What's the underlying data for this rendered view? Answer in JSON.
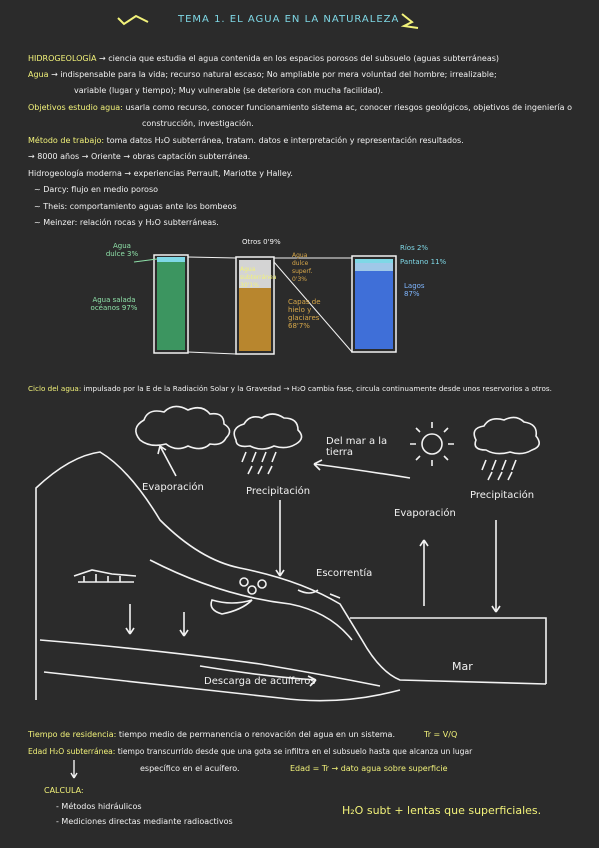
{
  "title": "TEMA 1. EL AGUA EN LA NATURALEZA",
  "lines": {
    "hidro_label": "HIDROGEOLOGÍA",
    "hidro_text": "→ ciencia que estudia el agua contenida en los espacios porosos del subsuelo (aguas subterráneas)",
    "agua_label": "Agua",
    "agua_text1": "→ indispensable para la vida; recurso natural escaso; No ampliable por mera voluntad del hombre; irrealizable;",
    "agua_text2": "variable (lugar y tiempo); Muy vulnerable (se deteriora con mucha facilidad).",
    "objetivos_label": "Objetivos estudio agua:",
    "objetivos_text1": "usarla como recurso, conocer funcionamiento sistema ac, conocer riesgos geológicos, objetivos de ingeniería o",
    "objetivos_text2": "construcción, investigación.",
    "metodo_label": "Método de trabajo:",
    "metodo_text": "toma datos H₂O subterránea, tratam. datos e interpretación y representación resultados.",
    "anos": "→ 8000 años → Oriente → obras captación subterránea.",
    "moderna": "Hidrogeología moderna → experiencias Perrault, Mariotte y Halley.",
    "darcy": "~ Darcy: flujo en medio poroso",
    "theis": "~ Theis: comportamiento aguas ante los bombeos",
    "meinzer": "~ Meinzer: relación rocas y H₂O subterráneas."
  },
  "bars": {
    "dulce": "Agua dulce 3%",
    "salada": "Agua salada océanos 97%",
    "otros": "Otros 0'9%",
    "subterranea": "Agua subterránea 30'1%",
    "superficial": "Agua dulce superf. 0'3%",
    "hielo": "Capas de hielo y glaciares 68'7%",
    "rios": "Ríos 2%",
    "pantano": "Pantano 11%",
    "lagos": "Lagos 87%"
  },
  "ciclo_label": "Ciclo del agua:",
  "ciclo_text": "impulsado por la E de la Radiación Solar y la Gravedad → H₂O cambia fase, circula continuamente desde unos reservorios a otros.",
  "diagram": {
    "evap1": "Evaporación",
    "precip1": "Precipitación",
    "mar_tierra": "Del mar a la tierra",
    "evap2": "Evaporación",
    "precip2": "Precipitación",
    "escorrentia": "Escorrentía",
    "mar": "Mar",
    "descarga": "Descarga de acuíferos"
  },
  "bottom": {
    "tiempo_label": "Tiempo de residencia:",
    "tiempo_text": "tiempo medio de permanencia o renovación del agua en un sistema.",
    "tr": "Tr = V/Q",
    "edad_label": "Edad H₂O subterránea:",
    "edad_text1": "tiempo transcurrido desde que una gota se infiltra en el subsuelo hasta que alcanza un lugar",
    "edad_text2": "específico en el acuífero.",
    "edad_tr": "Edad = Tr → dato agua sobre superficie",
    "calcula": "CALCULA:",
    "metodos": "- Métodos hidráulicos",
    "mediciones": "- Mediciones directas mediante radioactivos",
    "conclusion": "H₂O subt + lentas que superficiales."
  },
  "colors": {
    "background": "#2b2b2b",
    "yellow": "#f2f27a",
    "cyan": "#7fd8e6",
    "green": "#8ee0a8",
    "blue": "#3f6fd8",
    "ochre": "#b8862e"
  }
}
